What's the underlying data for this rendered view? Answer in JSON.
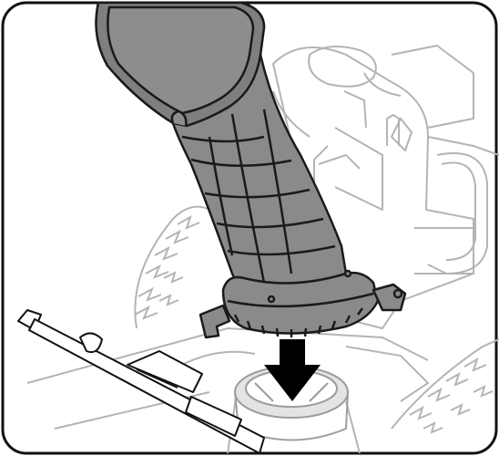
{
  "figure": {
    "kind": "assembly-illustration",
    "components": [
      {
        "name": "discharge-chute",
        "color": "#8a8a8a"
      },
      {
        "name": "chute-rotation-ring",
        "color": "#8a8a8a"
      },
      {
        "name": "chute-base-opening",
        "color": "#d6d6d6"
      },
      {
        "name": "engine-housing",
        "color": "#bdbdbd"
      },
      {
        "name": "tire-left",
        "color": "#bdbdbd"
      },
      {
        "name": "tire-right",
        "color": "#bdbdbd"
      },
      {
        "name": "chute-control-rod",
        "color": "#000000"
      }
    ],
    "indicator": {
      "name": "down-arrow-icon",
      "direction": "down",
      "color": "#000000"
    },
    "colors": {
      "outline_dark": "#1a1a1a",
      "outline_light": "#b4b4b4",
      "chute_fill": "#8a8a8a",
      "chute_band": "#7f7f7f",
      "background": "#ffffff"
    }
  }
}
